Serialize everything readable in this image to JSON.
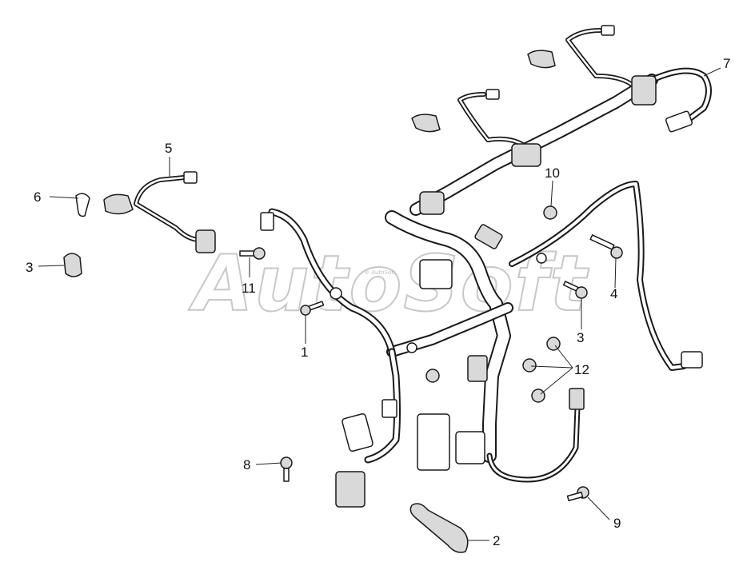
{
  "watermark": {
    "text": "AutoSoft",
    "small_text": "® AutoSoft"
  },
  "callouts": {
    "c1": "1",
    "c2": "2",
    "c3a": "3",
    "c3b": "3",
    "c4": "4",
    "c5": "5",
    "c6": "6",
    "c7": "7",
    "c8": "8",
    "c9": "9",
    "c10": "10",
    "c11": "11",
    "c12": "12"
  }
}
